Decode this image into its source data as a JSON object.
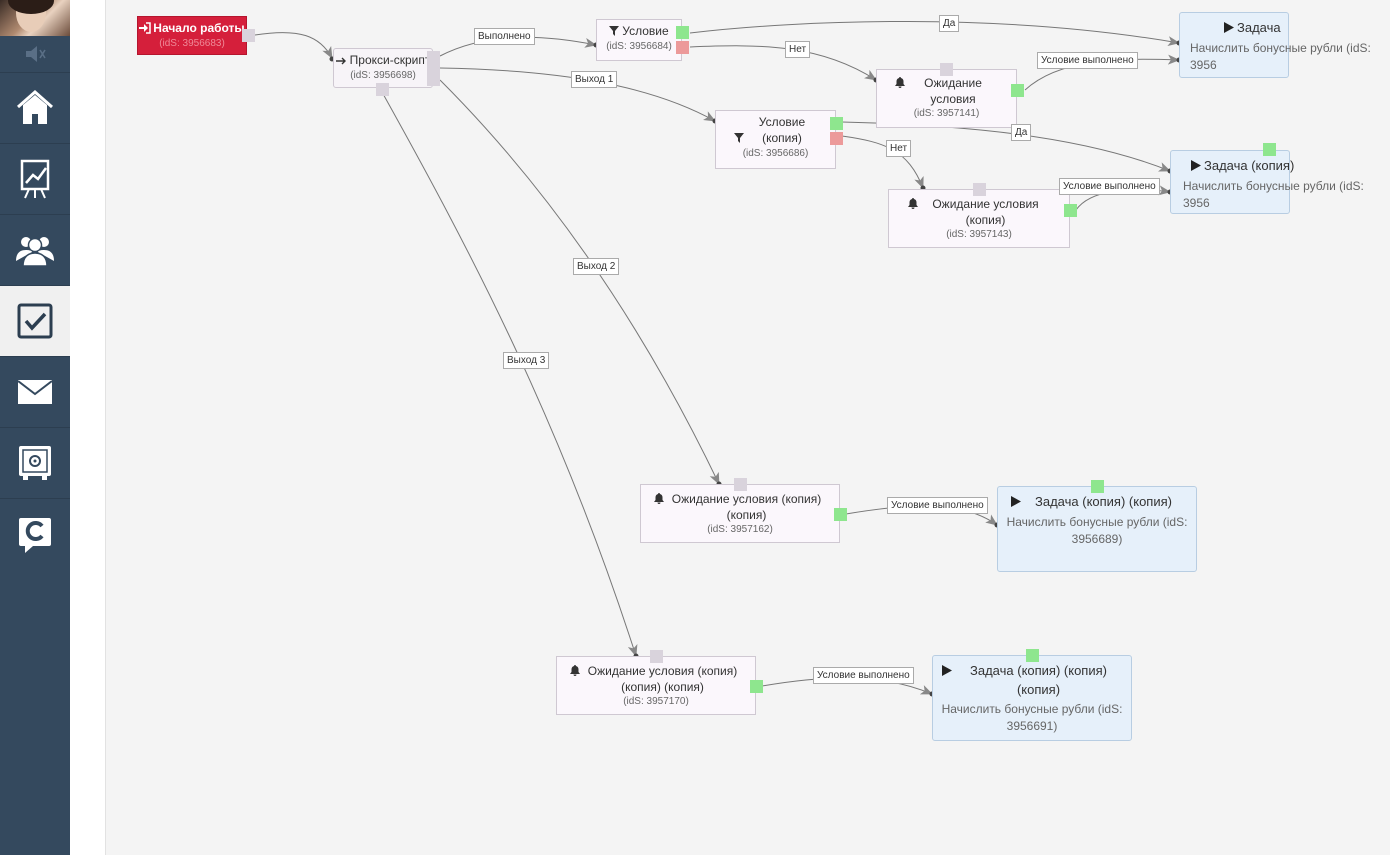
{
  "sidebar": {
    "items": [
      {
        "name": "home",
        "icon": "home-icon"
      },
      {
        "name": "analytics",
        "icon": "chart-board-icon"
      },
      {
        "name": "clients",
        "icon": "users-icon"
      },
      {
        "name": "tasks",
        "icon": "checkbox-icon",
        "active": true
      },
      {
        "name": "mail",
        "icon": "envelope-icon"
      },
      {
        "name": "safe",
        "icon": "safe-icon"
      },
      {
        "name": "brand",
        "icon": "brand-c-icon"
      }
    ]
  },
  "nodes": {
    "start": {
      "title": "Начало работы",
      "ids": "(idS: 3956683)"
    },
    "proxy": {
      "title": "Прокси-скрипт",
      "ids": "(idS: 3956698)"
    },
    "cond1": {
      "title": "Условие",
      "ids": "(idS: 3956684)"
    },
    "cond2": {
      "title": "Условие (копия)",
      "ids": "(idS: 3956686)"
    },
    "wait1": {
      "title": "Ожидание условия",
      "ids": "(idS: 3957141)"
    },
    "wait2": {
      "title": "Ожидание условия (копия)",
      "ids": "(idS: 3957143)"
    },
    "wait3": {
      "title": "Ожидание условия (копия) (копия)",
      "ids": "(idS: 3957162)"
    },
    "wait4": {
      "title": "Ожидание условия (копия) (копия) (копия)",
      "ids": "(idS: 3957170)"
    },
    "task1": {
      "title": "Задача",
      "desc": "Начислить бонусные рубли (idS: 3956"
    },
    "task2": {
      "title": "Задача (копия)",
      "desc": "Начислить бонусные рубли (idS: 3956"
    },
    "task3": {
      "title": "Задача (копия) (копия)",
      "desc": "Начислить бонусные рубли (idS: 3956689)"
    },
    "task4": {
      "title": "Задача (копия) (копия) (копия)",
      "desc": "Начислить бонусные рубли (idS: 3956691)"
    }
  },
  "edges": {
    "done": "Выполнено",
    "yes1": "Да",
    "no1": "Нет",
    "out1": "Выход 1",
    "out2": "Выход 2",
    "out3": "Выход 3",
    "met1": "Условие выполнено",
    "yes2": "Да",
    "no2": "Нет",
    "met2": "Условие выполнено",
    "met3": "Условие выполнено",
    "met4": "Условие выполнено"
  },
  "colors": {
    "sidebar": "#34495e",
    "start": "#d51f3b",
    "port_ok": "#8ee68e",
    "port_fail": "#ec9a9a",
    "task_bg": "#e6f0fa"
  }
}
